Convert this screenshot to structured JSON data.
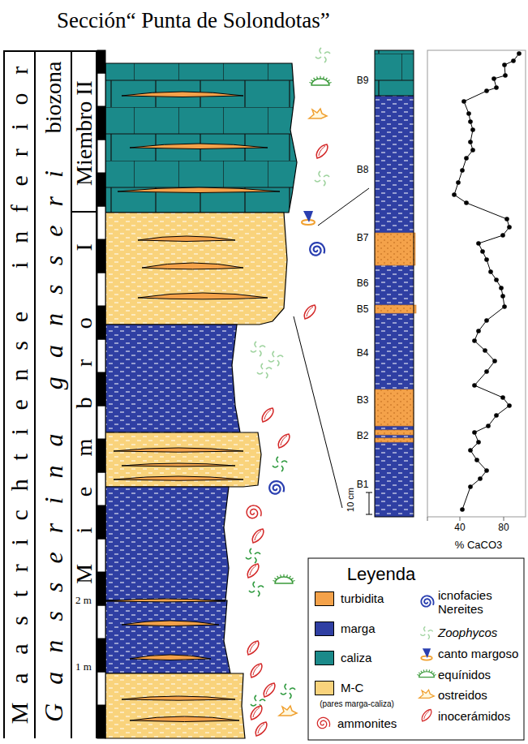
{
  "diagram": {
    "title": "Sección“ Punta de Solondotas”",
    "nodes": [
      {
        "text": [
          "Maastrichtiense inferior"
        ]
      },
      {
        "text": [
          "Gansserina gansseri",
          "biozona"
        ]
      },
      {
        "text": [
          "Miembro II"
        ]
      },
      {
        "text": [
          "Miembro I"
        ]
      }
    ],
    "labels": [
      "B9",
      "B8",
      "B7",
      "B6",
      "B5",
      "B4",
      "B3",
      "B2",
      "B1",
      "10 cm",
      "2 m",
      "1 m",
      "40",
      "80",
      "% CaCO3",
      "Leyenda",
      "(pares marga-caliza)"
    ],
    "legend": [
      {
        "text": "turbidita",
        "color": "#f4a24a"
      },
      {
        "text": "marga",
        "color": "#2f3fa3"
      },
      {
        "text": "caliza",
        "color": "#1b8a8a"
      },
      {
        "text": "M-C",
        "color": "#f9d37c"
      },
      {
        "text": "ammonites"
      },
      {
        "text": "icnofacies Nereites"
      },
      {
        "text": "Zoophycos"
      },
      {
        "text": "canto margoso"
      },
      {
        "text": "equínidos"
      },
      {
        "text": "ostreidos"
      },
      {
        "text": "inocerámidos"
      }
    ]
  }
}
